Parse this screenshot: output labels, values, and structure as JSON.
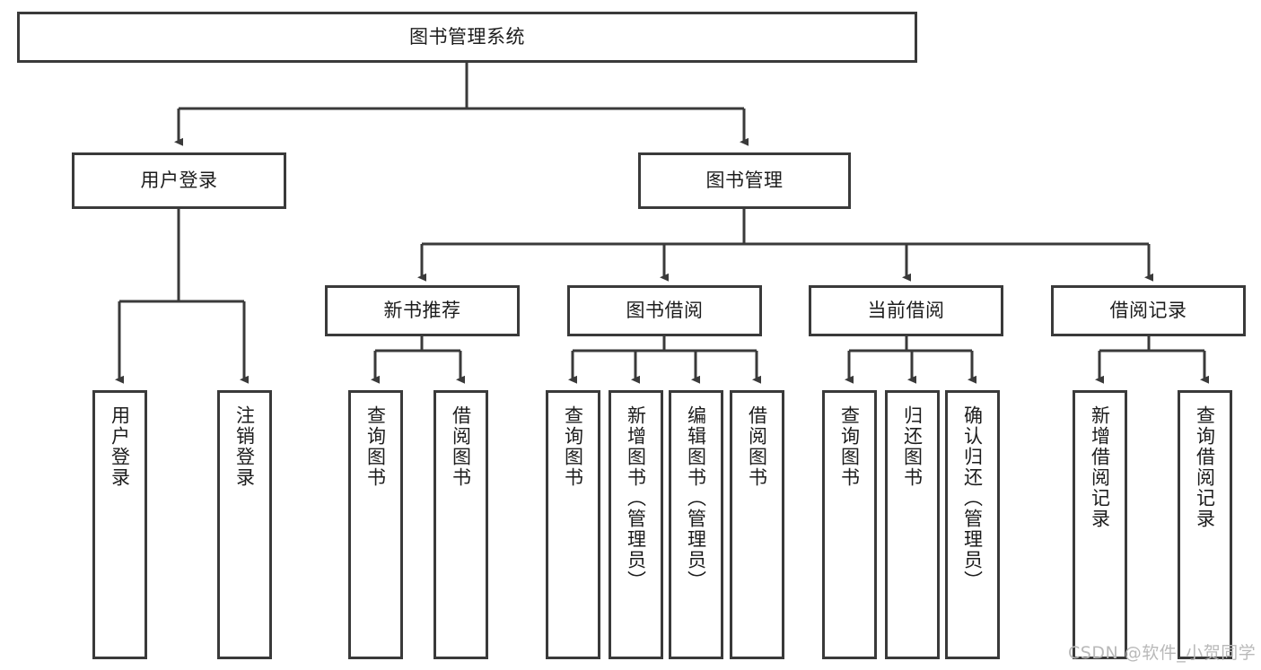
{
  "diagram": {
    "type": "tree",
    "title": "图书管理系统",
    "watermark": "CSDN @软件_小贺同学",
    "colors": {
      "stroke": "#3a3a3a",
      "fill": "#ffffff",
      "text": "#1c1c1c",
      "watermark": "#b9b9b9"
    },
    "nodes": {
      "root": {
        "label": "图书管理系统"
      },
      "level1": [
        {
          "id": "user-login",
          "label": "用户登录"
        },
        {
          "id": "book-management",
          "label": "图书管理"
        }
      ],
      "level2": [
        {
          "id": "new-book-recommend",
          "label": "新书推荐"
        },
        {
          "id": "book-borrow",
          "label": "图书借阅"
        },
        {
          "id": "current-borrow",
          "label": "当前借阅"
        },
        {
          "id": "borrow-record",
          "label": "借阅记录"
        }
      ],
      "leaves": {
        "user_login": [
          {
            "id": "leaf-user-login",
            "label": "用户登录"
          },
          {
            "id": "leaf-logout",
            "label": "注销登录"
          }
        ],
        "new_book_recommend": [
          {
            "id": "leaf-query-book-1",
            "label": "查询图书"
          },
          {
            "id": "leaf-borrow-book-1",
            "label": "借阅图书"
          }
        ],
        "book_borrow": [
          {
            "id": "leaf-query-book-2",
            "label": "查询图书"
          },
          {
            "id": "leaf-add-book",
            "label": "新增图书（管理员）"
          },
          {
            "id": "leaf-edit-book",
            "label": "编辑图书（管理员）"
          },
          {
            "id": "leaf-borrow-book-2",
            "label": "借阅图书"
          }
        ],
        "current_borrow": [
          {
            "id": "leaf-query-book-3",
            "label": "查询图书"
          },
          {
            "id": "leaf-return-book",
            "label": "归还图书"
          },
          {
            "id": "leaf-confirm-return",
            "label": "确认归还（管理员）"
          }
        ],
        "borrow_record": [
          {
            "id": "leaf-add-record",
            "label": "新增借阅记录"
          },
          {
            "id": "leaf-query-record",
            "label": "查询借阅记录"
          }
        ]
      }
    }
  }
}
